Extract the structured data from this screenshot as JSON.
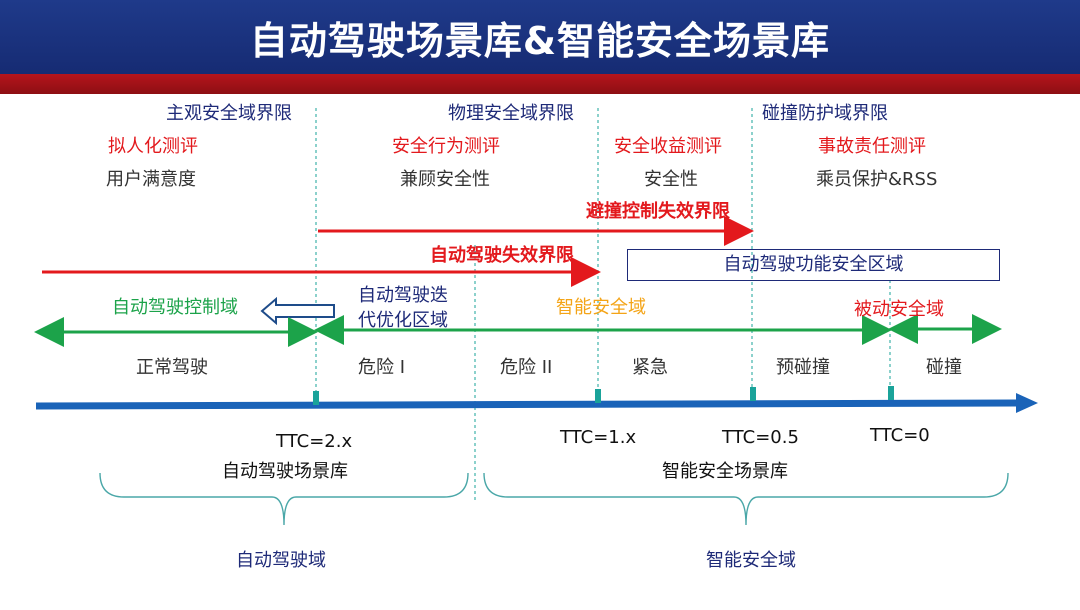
{
  "title": "自动驾驶场景库&智能安全场景库",
  "boundaries": {
    "subjective": "主观安全域界限",
    "physical": "物理安全域界限",
    "collision": "碰撞防护域界限"
  },
  "evaluations": {
    "humanlike": "拟人化测评",
    "safe_behavior": "安全行为测评",
    "safety_benefit": "安全收益测评",
    "accident_liability": "事故责任测评"
  },
  "aspects": {
    "user_satisfaction": "用户满意度",
    "safety_compat": "兼顾安全性",
    "safety": "安全性",
    "occupant_protection": "乘员保护&RSS"
  },
  "failure_limits": {
    "avoid_control": "避撞控制失效界限",
    "ad_failure": "自动驾驶失效界限"
  },
  "functional_safety_zone": "自动驾驶功能安全区域",
  "domains": {
    "ad_control": "自动驾驶控制域",
    "iteration_line1": "自动驾驶迭",
    "iteration_line2": "代优化区域",
    "intelligent_safety": "智能安全域",
    "passive_safety": "被动安全域"
  },
  "phases": [
    "正常驾驶",
    "危险 I",
    "危险 II",
    "紧急",
    "预碰撞",
    "碰撞"
  ],
  "ttc_labels": [
    "TTC=2.x",
    "TTC=1.x",
    "TTC=0.5",
    "TTC=0"
  ],
  "libraries": {
    "ad_scenario_lib": "自动驾驶场景库",
    "is_scenario_lib": "智能安全场景库"
  },
  "bottom_domains": {
    "ad_domain": "自动驾驶域",
    "is_domain": "智能安全域"
  },
  "colors": {
    "header_blue": "#1f3a8a",
    "header_red": "#b5141c",
    "navy_text": "#1e2a78",
    "red": "#e3191d",
    "green": "#1ca34a",
    "orange": "#f4a417",
    "timeline_blue": "#1a63b8",
    "teal_marker": "#1aa39a"
  }
}
